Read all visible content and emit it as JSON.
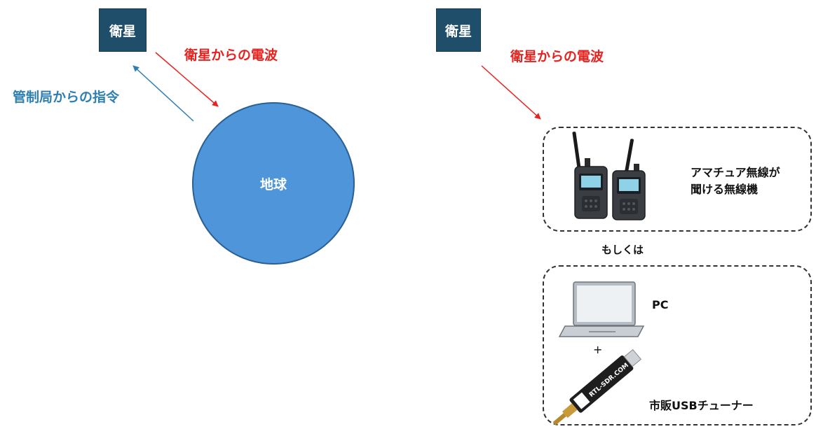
{
  "left_scene": {
    "satellite_label": "衛星",
    "downlink_label": "衛星からの電波",
    "uplink_label": "管制局からの指令",
    "earth_label": "地球"
  },
  "right_scene": {
    "satellite_label": "衛星",
    "downlink_label": "衛星からの電波",
    "option1": {
      "line1": "アマチュア無線が",
      "line2": "聞ける無線機"
    },
    "separator_label": "もしくは",
    "option2": {
      "pc_label": "PC",
      "plus": "+",
      "tuner_label": "市販USBチューナー",
      "dongle_text": "RTL-SDR.COM"
    }
  },
  "colors": {
    "satellite_box": "#1f4e6b",
    "downlink": "#e8231f",
    "uplink": "#2e7fb2",
    "earth": "#4e95d9"
  },
  "icons": [
    "walkie-talkie-icon",
    "laptop-icon",
    "usb-dongle-icon"
  ]
}
